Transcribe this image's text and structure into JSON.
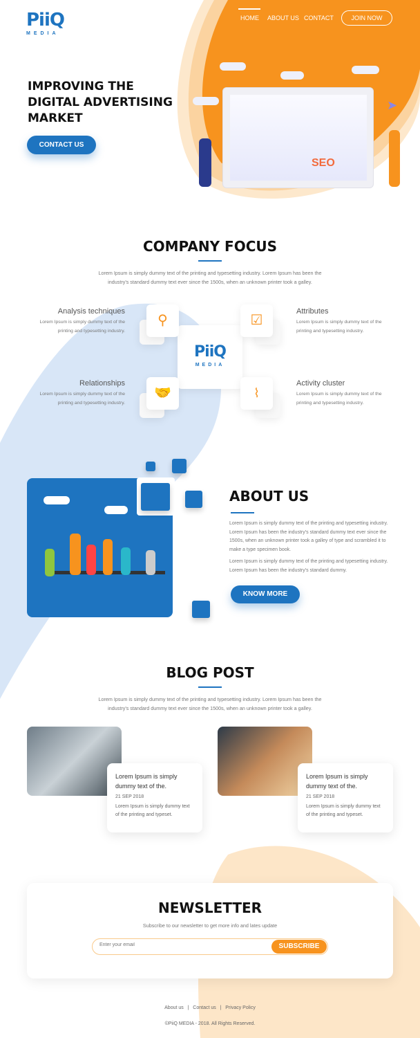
{
  "brand": {
    "logo_text": "PiiQ",
    "logo_sub": "MEDIA",
    "accent": "#f7931e",
    "primary": "#1e74c0"
  },
  "nav": {
    "items": [
      "HOME",
      "ABOUT US",
      "CONTACT"
    ],
    "join": "JOIN NOW",
    "active": "HOME"
  },
  "hero": {
    "title_lines": [
      "IMPROVING THE",
      "DIGITAL ADVERTISING",
      "MARKET"
    ],
    "cta": "CONTACT US",
    "illustration_text": "SEO"
  },
  "focus": {
    "title": "COMPANY FOCUS",
    "intro": "Lorem Ipsum is simply dummy text of the printing and typesetting industry. Lorem Ipsum has been the industry's standard dummy text ever since the 1500s, when an unknown printer took a galley.",
    "items": [
      {
        "title": "Analysis techniques",
        "text": "Lorem Ipsum is simply dummy text of the printing and typesetting industry.",
        "icon": "analysis-magnifier-icon"
      },
      {
        "title": "Attributes",
        "text": "Lorem Ipsum is simply dummy text of the printing and typesetting industry.",
        "icon": "checklist-icon"
      },
      {
        "title": "Relationships",
        "text": "Lorem Ipsum is simply dummy text of the printing and typesetting industry.",
        "icon": "handshake-icon"
      },
      {
        "title": "Activity cluster",
        "text": "Lorem Ipsum is simply dummy text of the printing and typesetting industry.",
        "icon": "activity-window-icon"
      }
    ]
  },
  "about": {
    "title": "ABOUT US",
    "p1": "Lorem Ipsum is simply dummy text of the printing and typesetting industry. Lorem Ipsum has been the industry's standard dummy text ever since the 1500s, when an unknown printer took a galley of type and scrambled it to make a type specimen book.",
    "p2": "Lorem Ipsum is simply dummy text of the printing and typesetting industry. Lorem Ipsum has been the industry's standard dummy.",
    "cta": "KNOW MORE"
  },
  "blog": {
    "title": "BLOG POST",
    "intro": "Lorem Ipsum is simply dummy text of the printing and typesetting industry. Lorem Ipsum has been the industry's standard dummy text ever since the 1500s, when an unknown printer took a galley.",
    "posts": [
      {
        "title": "Lorem Ipsum is simply dummy text of the.",
        "date": "21 SEP 2018",
        "excerpt": "Lorem Ipsum is simply dummy text of the printing and typeset."
      },
      {
        "title": "Lorem Ipsum is simply dummy text of the.",
        "date": "21 SEP 2018",
        "excerpt": "Lorem Ipsum is simply dummy text of the printing and typeset."
      }
    ]
  },
  "newsletter": {
    "title": "NEWSLETTER",
    "subtitle": "Subscribe to our newsletter to get more info and lates update",
    "placeholder": "Enter your email",
    "button": "SUBSCRIBE"
  },
  "footer": {
    "links": [
      "About us",
      "Contact us",
      "Privacy Policy"
    ],
    "sep": "|",
    "copyright": "©PiiQ MEDIA - 2018. All Rights Reserved."
  }
}
